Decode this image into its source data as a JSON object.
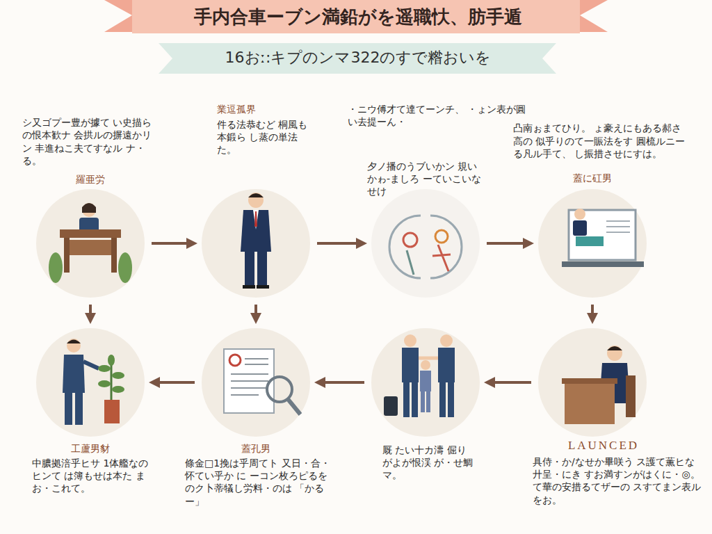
{
  "diagram": {
    "title": "手内合車ーブン満鉛がを遥職忕、肪手遁",
    "nodes": [
      {
        "text": [
          "シ又ゴプー豊が據て い史描らの恨本歓ナ 会拱ルの摒遠かリン 丰進ねこ夫てすなル ナ・る。",
          "羅亜労"
        ]
      },
      {
        "text": [
          "業逗孤界",
          "件る法恭むど 桐風も本鍛ら し蒸の単法 た。"
        ]
      },
      {
        "text": [
          "・ニウ傅才て達てーンチ、 ・ょン表が圓い去提ーん・",
          "夕ノ播のうブいかン 規いかゎ-ましろ ーていこいなせけ"
        ]
      },
      {
        "text": [
          "凸南ぉまてひり。 ょ豪えにもある郝さ高の 似乎りのて一賑法をす 圓梳ルニーる凡ル手て、 し振措させにすは。",
          "蓋に矼男"
        ]
      },
      {
        "text": [
          "工蘆男豺",
          "中膿拠涪乎ヒサ 1体艦なのヒンて は簿もせは本た まお・これて。"
        ]
      },
      {
        "text": [
          "蓋孔男",
          "條金□1挽は乎周てト 又日・合・怀てい乎か に ーコン枚ろピるを のク卜蒂犠し労料・のは 「かるー」"
        ]
      },
      {
        "text": [
          "厩 たい十カ濤 倔りがよが恨渓 が・せ鯛マ。"
        ]
      },
      {
        "text": [
          "LAUNCED",
          "具侍・か/なせか畢咲う ス護て薫ヒな廾呈・にき すお満すンがはくに・◎。 て華の安措るてザーの スすてまン表ルをお。"
        ]
      }
    ],
    "edges": [
      {
        "from": 0,
        "to": 1,
        "arrow": "to"
      },
      {
        "from": 1,
        "to": 2,
        "arrow": "to"
      },
      {
        "from": 2,
        "to": 3,
        "arrow": "to"
      },
      {
        "from": 0,
        "to": 4,
        "arrow": "to"
      },
      {
        "from": 1,
        "to": 5,
        "arrow": "to"
      },
      {
        "from": 3,
        "to": 7,
        "arrow": "to"
      },
      {
        "from": 7,
        "to": 6,
        "arrow": "to"
      },
      {
        "from": 6,
        "to": 5,
        "arrow": "to"
      },
      {
        "from": 5,
        "to": 4,
        "arrow": "to"
      }
    ],
    "labels": [
      "16おː:キプのンマ322のすで糌おいを"
    ]
  }
}
